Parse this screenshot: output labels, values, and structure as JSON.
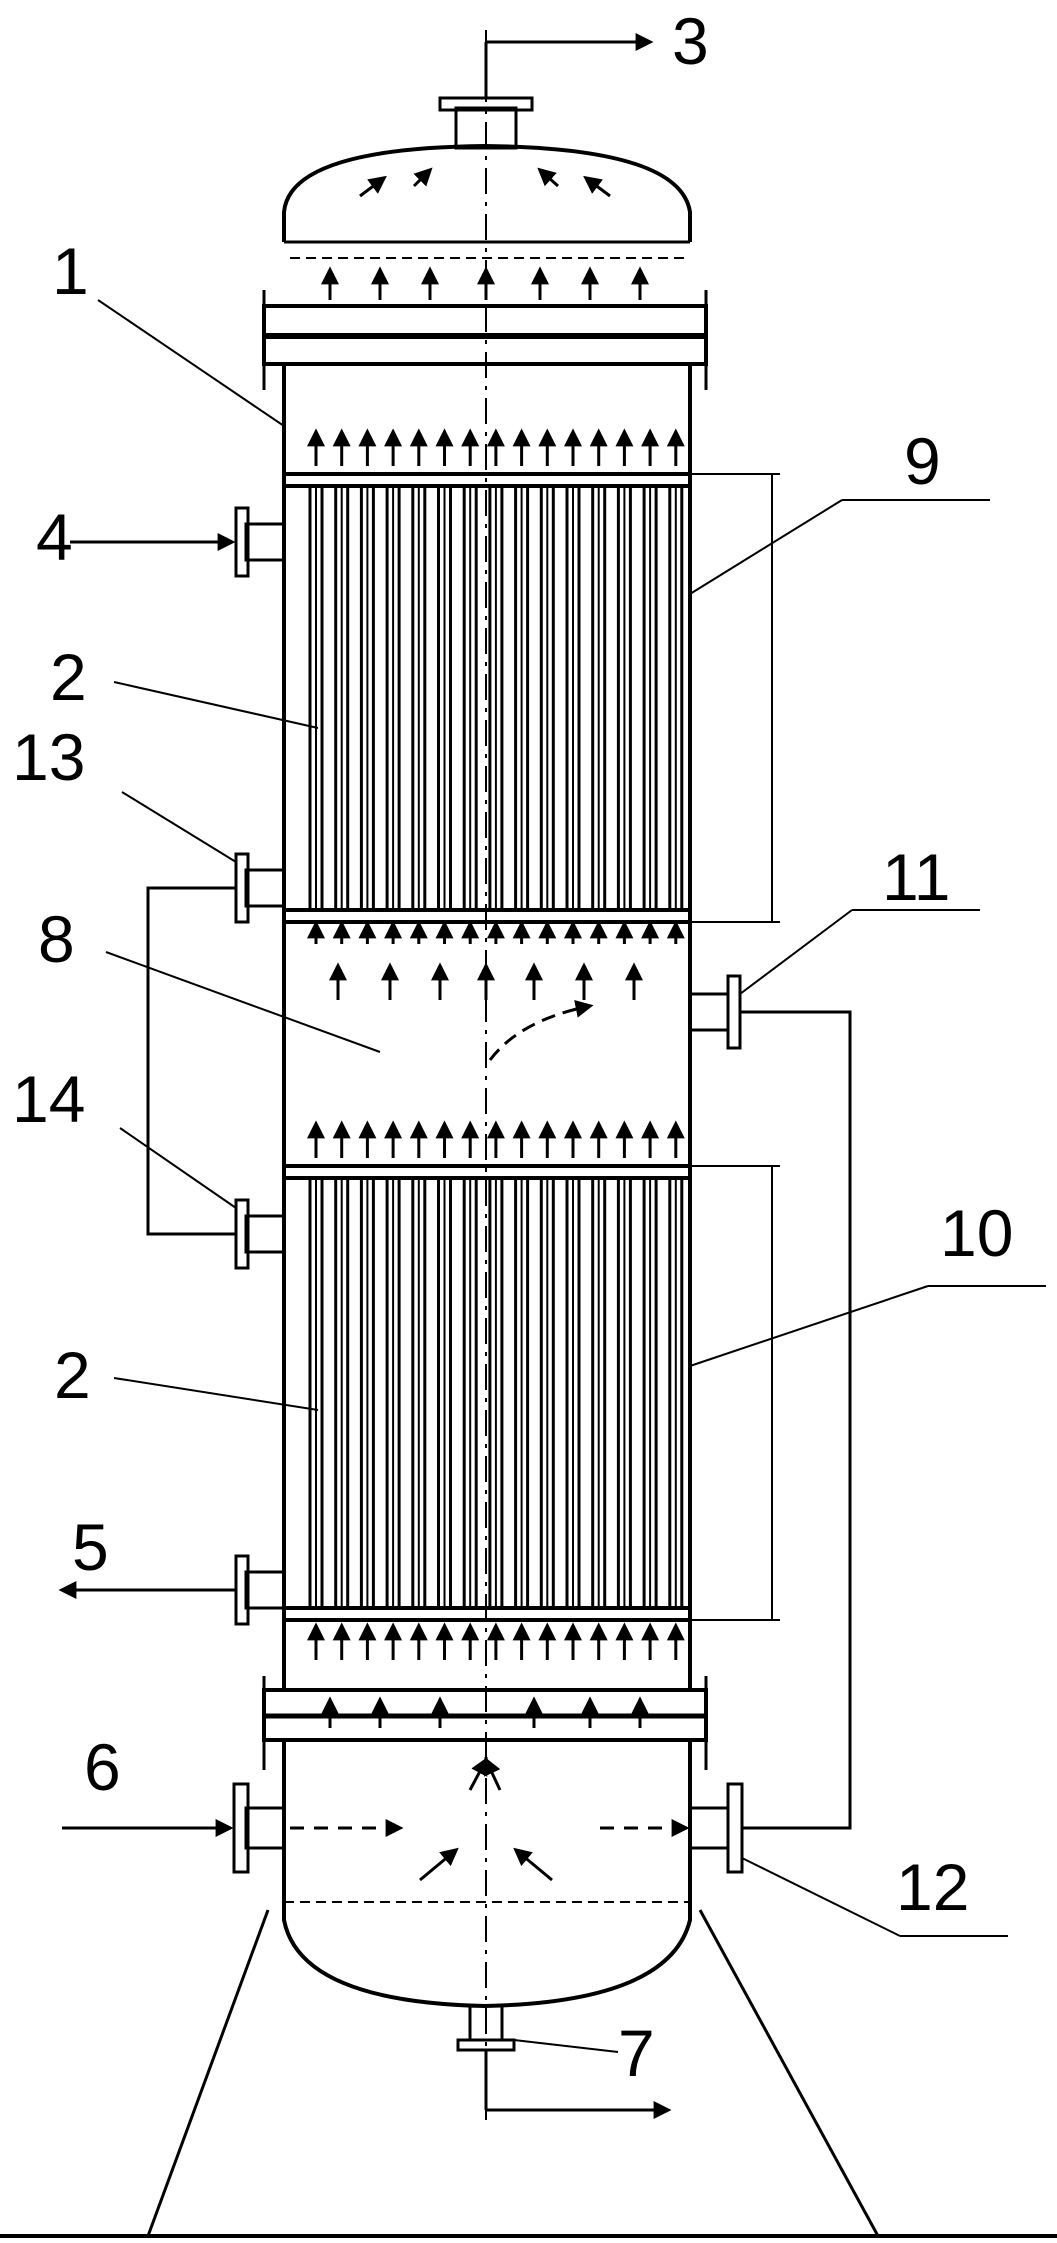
{
  "labels": {
    "l1": "1",
    "l2a": "2",
    "l2b": "2",
    "l3": "3",
    "l4": "4",
    "l5": "5",
    "l6": "6",
    "l7": "7",
    "l8": "8",
    "l9": "9",
    "l10": "10",
    "l11": "11",
    "l12": "12",
    "l13": "13",
    "l14": "14"
  },
  "colors": {
    "line": "#000000",
    "background": "#ffffff"
  }
}
